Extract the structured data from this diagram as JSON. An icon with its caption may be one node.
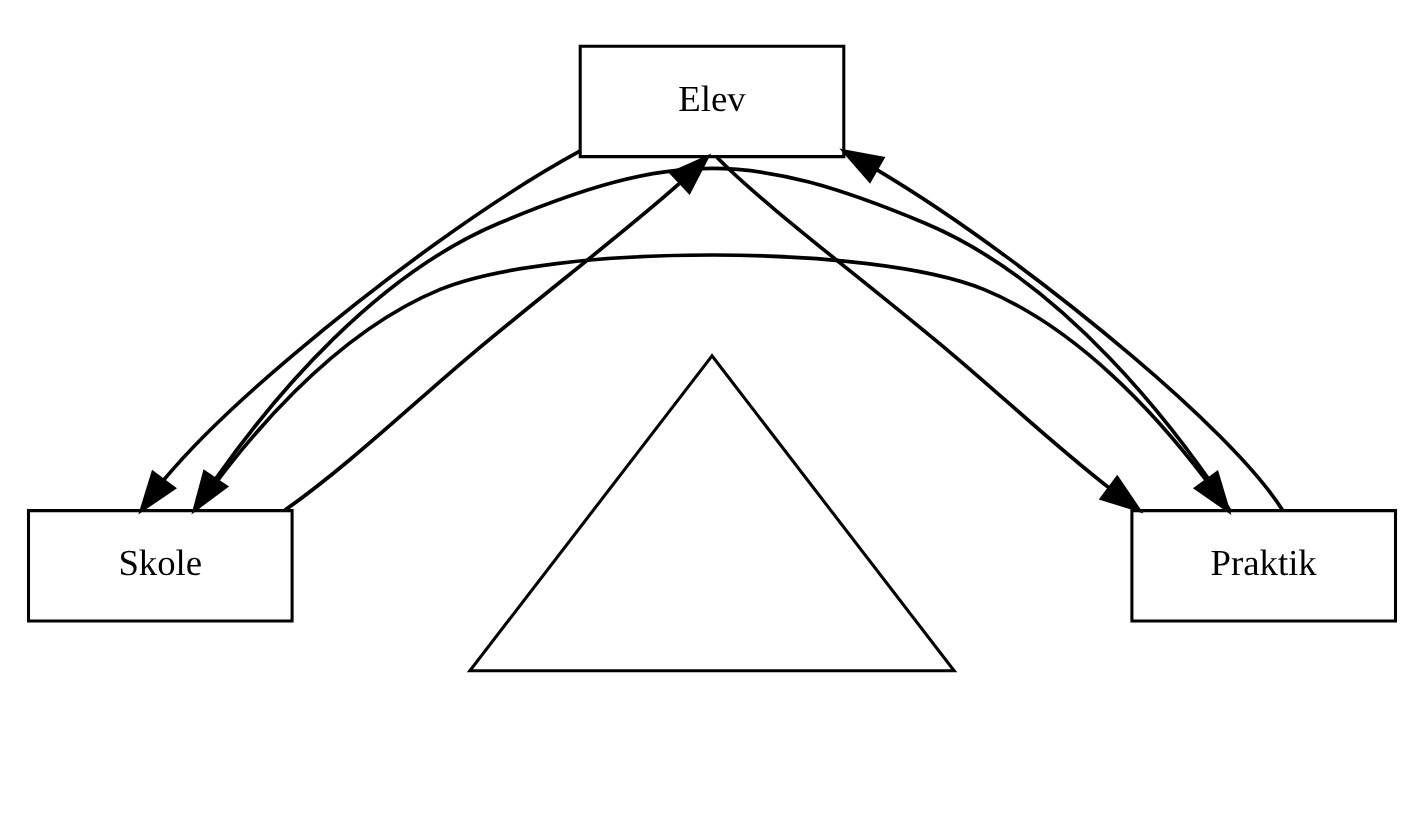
{
  "diagram": {
    "nodes": [
      {
        "text": [
          "Elev"
        ]
      },
      {
        "text": [
          "Skole"
        ]
      },
      {
        "text": [],
        "shape": "triangle"
      },
      {
        "text": [
          "Praktik"
        ]
      }
    ],
    "edges": [
      {
        "from": 0,
        "to": 1,
        "arrow": "to"
      },
      {
        "from": 1,
        "to": 0,
        "arrow": "to"
      },
      {
        "from": 3,
        "to": 0,
        "arrow": "to"
      },
      {
        "from": 0,
        "to": 3,
        "arrow": "to"
      },
      {
        "from": 1,
        "to": 3,
        "arrow": "to"
      },
      {
        "from": 3,
        "to": 1,
        "arrow": "to"
      }
    ]
  }
}
